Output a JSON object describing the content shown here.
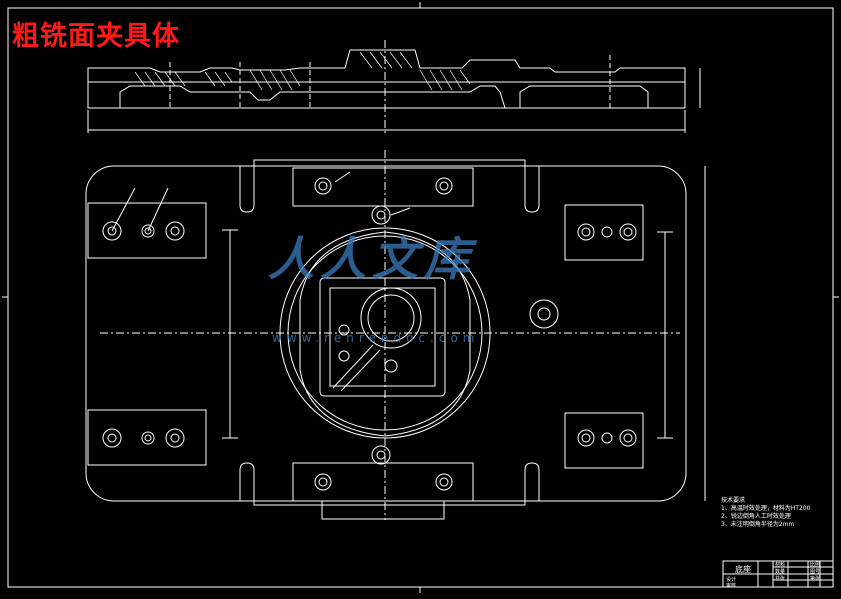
{
  "drawing": {
    "title": "粗铣面夹具体",
    "watermark_text": "人人文库",
    "watermark_url": "www.renrendoc.com",
    "colors": {
      "background": "#000000",
      "lines": "#ffffff",
      "title": "#ff1a1a",
      "watermark": "#3a7dbf"
    }
  },
  "technical_requirements": {
    "heading": "技术要求",
    "items": [
      "1、高温时效处理，材料为HT200",
      "2、锐边倒角人工时效处理",
      "3、未注明倒角半径为2mm"
    ]
  },
  "title_block": {
    "part_name": "底座",
    "cells": [
      "材料",
      "比例",
      "数量",
      "图号",
      "共张",
      "第张",
      "设计",
      "审核"
    ]
  }
}
